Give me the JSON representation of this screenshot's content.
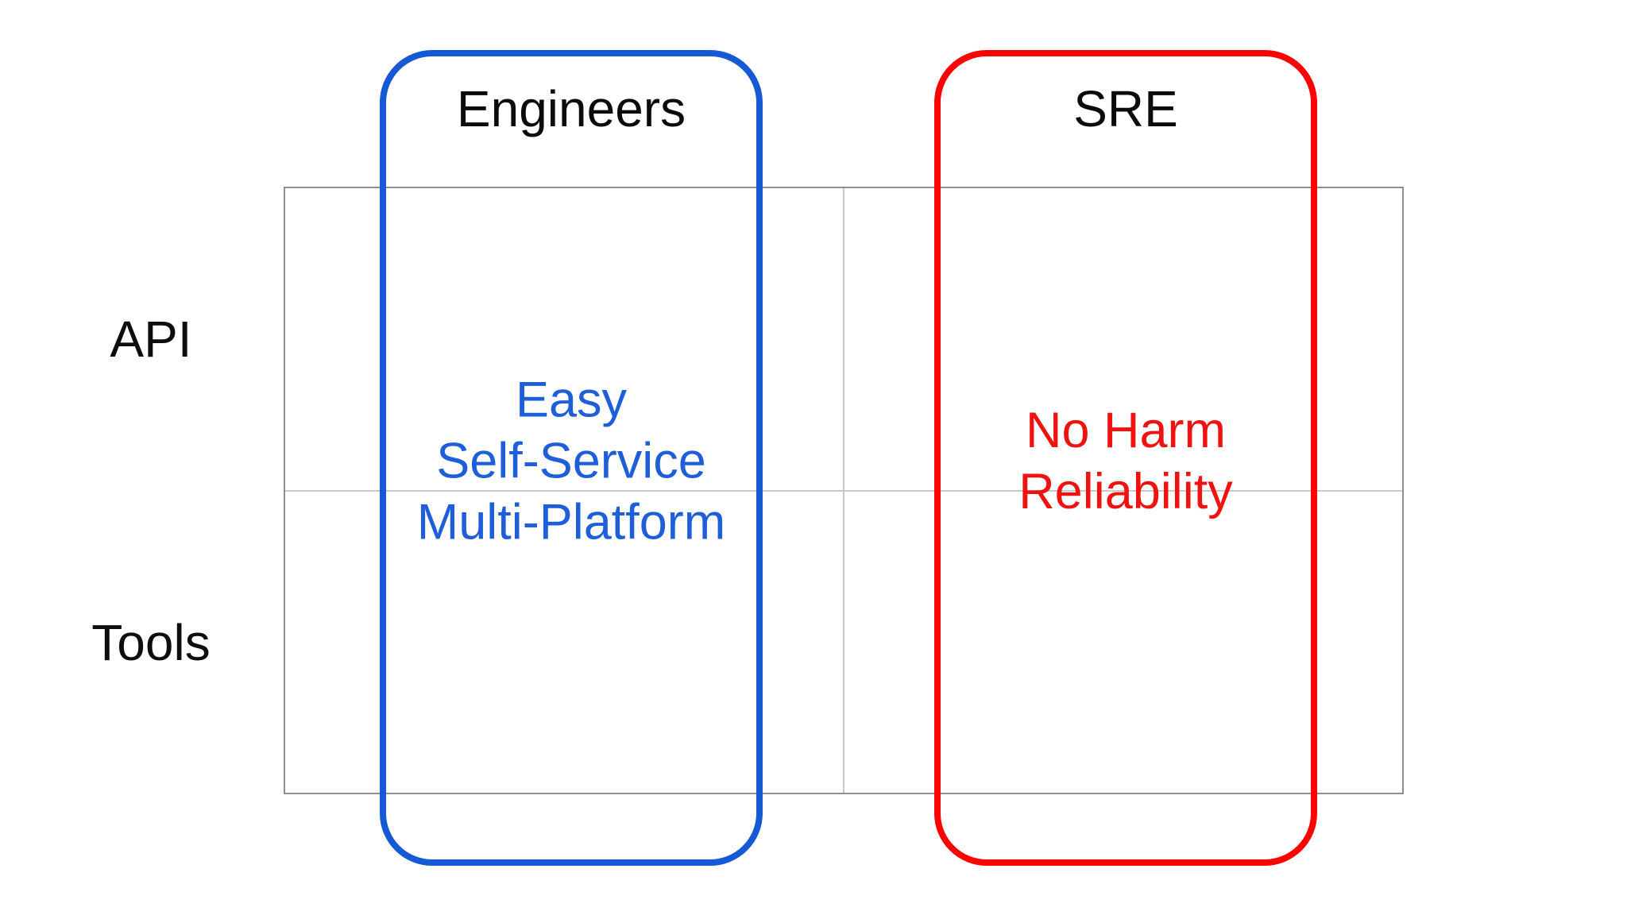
{
  "diagram": {
    "matrix": {
      "row_labels": [
        "API",
        "Tools"
      ],
      "outer_line_color": "#8f8f8f",
      "inner_line_color": "#c9c9c9"
    },
    "groups": [
      {
        "id": "engineers",
        "title": "Engineers",
        "outline_color": "#1659d4",
        "text_color": "#1e5ed9",
        "lines": [
          "Easy",
          "Self-Service",
          "Multi-Platform"
        ]
      },
      {
        "id": "sre",
        "title": "SRE",
        "outline_color": "#fb0404",
        "text_color": "#f01111",
        "lines": [
          "No Harm",
          "Reliability"
        ]
      }
    ]
  }
}
